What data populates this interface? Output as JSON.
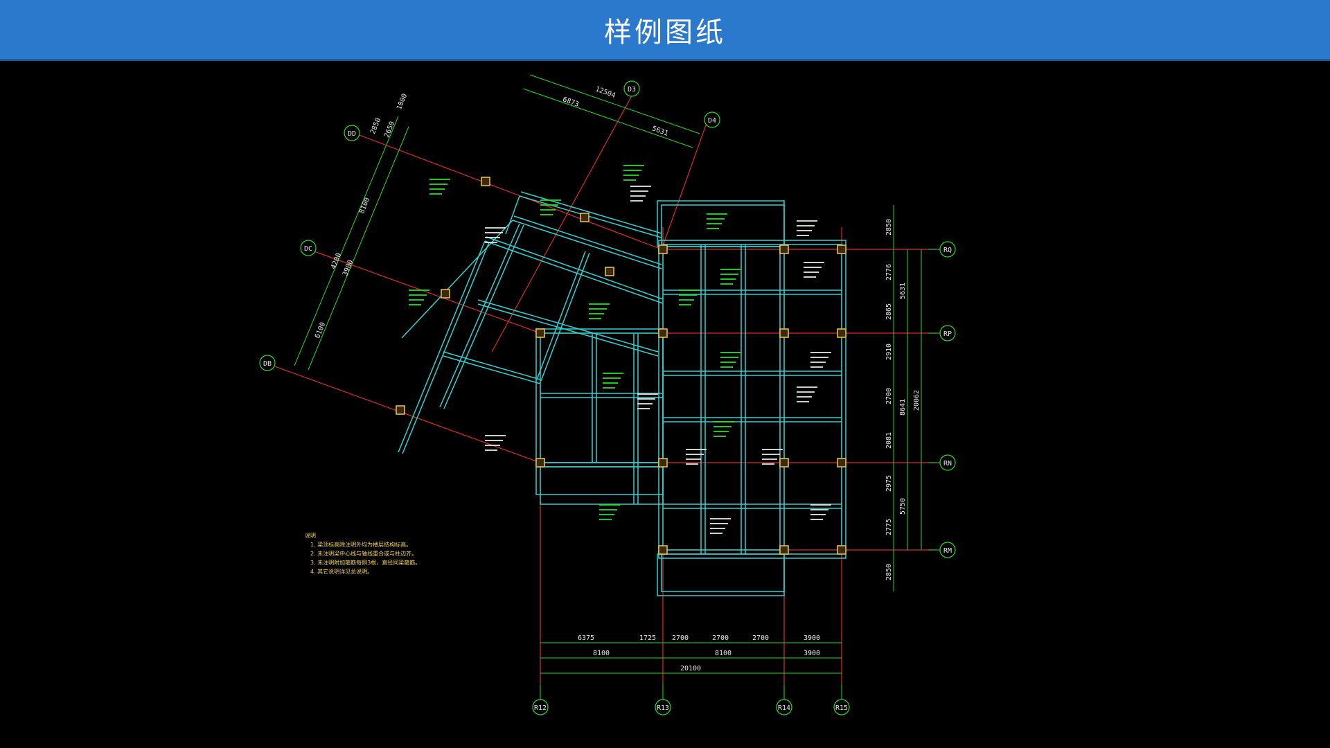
{
  "header": {
    "title": "样例图纸"
  },
  "drawing": {
    "colors": {
      "background": "#000000",
      "beam": "#2fd3d3",
      "dimension": "#21e021",
      "axis": "#e12a2a",
      "column": "#f2c84b",
      "note": "#f2d25a",
      "annotation_white": "#e6e6e6",
      "annotation_green": "#21e021"
    },
    "axes_right": [
      "RQ",
      "RP",
      "RN",
      "RM"
    ],
    "axes_bottom": [
      "R12",
      "R13",
      "R14",
      "R15"
    ],
    "axes_rotated": [
      "D3",
      "D4",
      "DD",
      "DC",
      "DB"
    ],
    "dims_bottom_row1": [
      "6375",
      "1725",
      "2700",
      "2700",
      "2700",
      "3900"
    ],
    "dims_bottom_row2": [
      "8100",
      "8100",
      "3900"
    ],
    "dims_bottom_total": "20100",
    "dims_right_inner": [
      "2850",
      "2776",
      "2865",
      "2910",
      "2700",
      "2081",
      "2975",
      "2775",
      "2850"
    ],
    "dims_right_mid": [
      "5631",
      "8641",
      "5750"
    ],
    "dims_right_total": "20062",
    "dims_top_rotated": [
      "12504",
      "6873",
      "5631"
    ],
    "dims_left_rotated": [
      "1000",
      "2850",
      "2650",
      "8100",
      "4200",
      "3900",
      "6100"
    ],
    "notes": [
      "说明",
      "1. 梁顶标高除注明外均为楼层结构标高。",
      "2. 未注明梁中心线与轴线重合或与柱边齐。",
      "3. 未注明附加箍筋每侧3根，直径同梁箍筋。",
      "4. 其它说明详见总说明。"
    ]
  }
}
